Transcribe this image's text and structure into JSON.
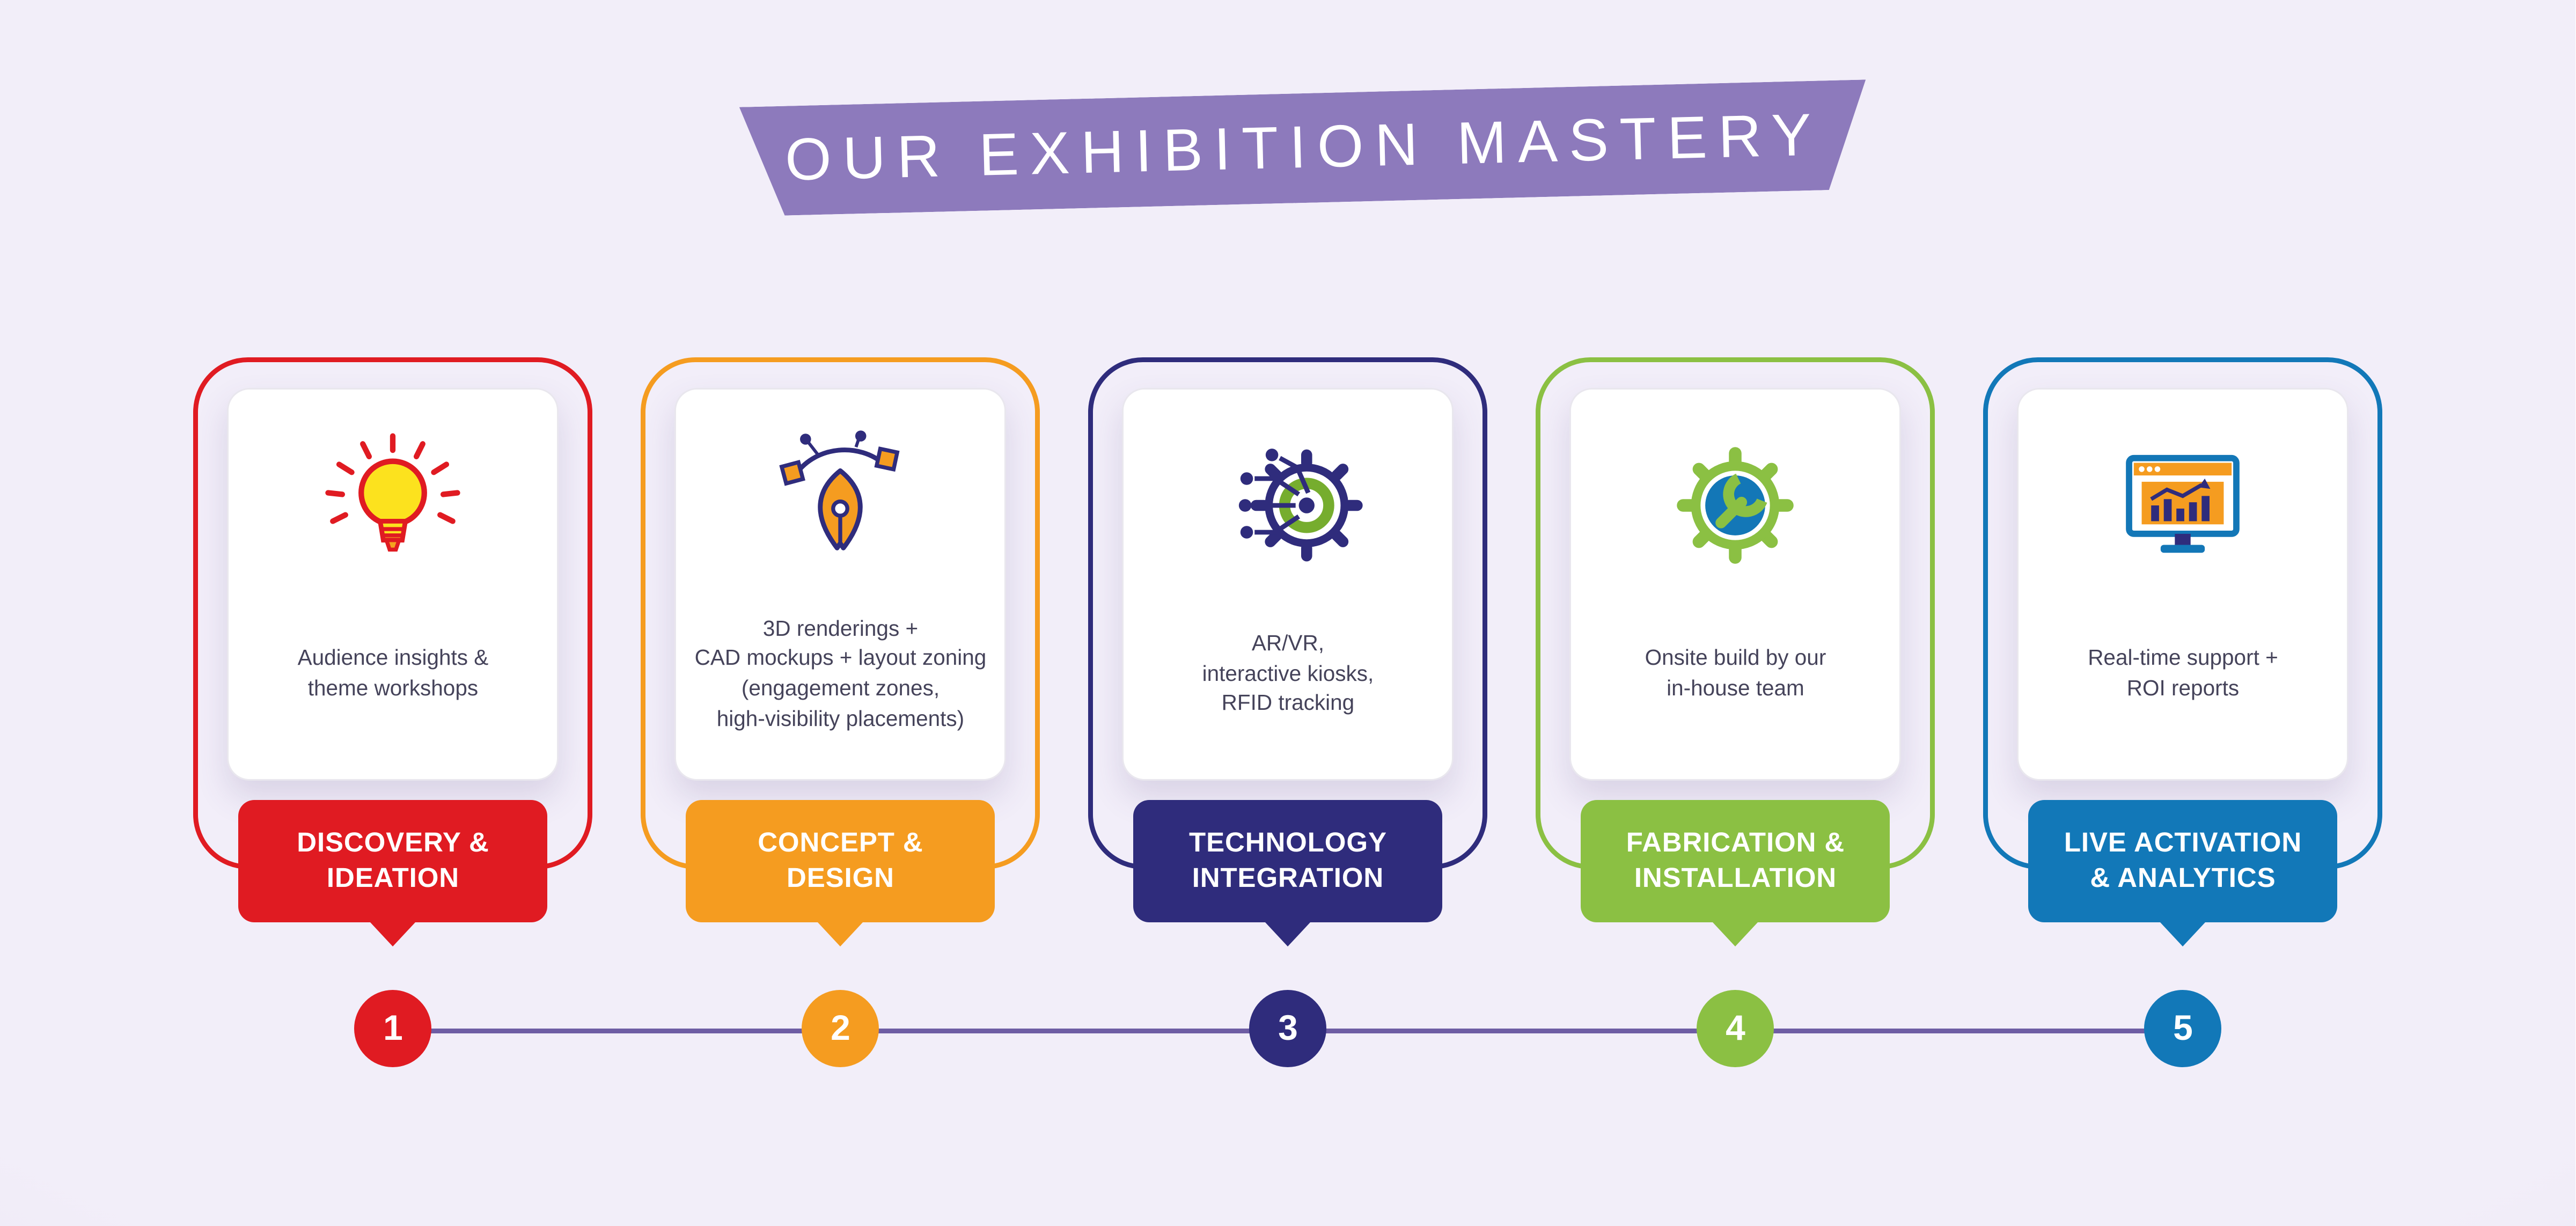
{
  "title": "OUR EXHIBITION MASTERY",
  "colors": {
    "banner": "#8d7abc",
    "timeline": "#6e5da4",
    "background": "#f1edf8"
  },
  "steps": [
    {
      "number": "1",
      "label": "DISCOVERY &\nIDEATION",
      "description": "Audience insights &\ntheme workshops",
      "icon": "lightbulb-icon",
      "color": "#e01b22"
    },
    {
      "number": "2",
      "label": "CONCEPT &\nDESIGN",
      "description": "3D renderings +\nCAD mockups + layout zoning\n(engagement zones,\nhigh-visibility placements)",
      "icon": "pen-tool-icon",
      "color": "#f59c20"
    },
    {
      "number": "3",
      "label": "TECHNOLOGY\nINTEGRATION",
      "description": "AR/VR,\ninteractive kiosks,\nRFID tracking",
      "icon": "circuit-gear-icon",
      "color": "#2f2c7c"
    },
    {
      "number": "4",
      "label": "FABRICATION &\nINSTALLATION",
      "description": "Onsite build by our\nin-house team",
      "icon": "gear-wrench-icon",
      "color": "#8bc043"
    },
    {
      "number": "5",
      "label": "LIVE ACTIVATION\n& ANALYTICS",
      "description": "Real-time support +\nROI reports",
      "icon": "monitor-analytics-icon",
      "color": "#1278b8"
    }
  ]
}
